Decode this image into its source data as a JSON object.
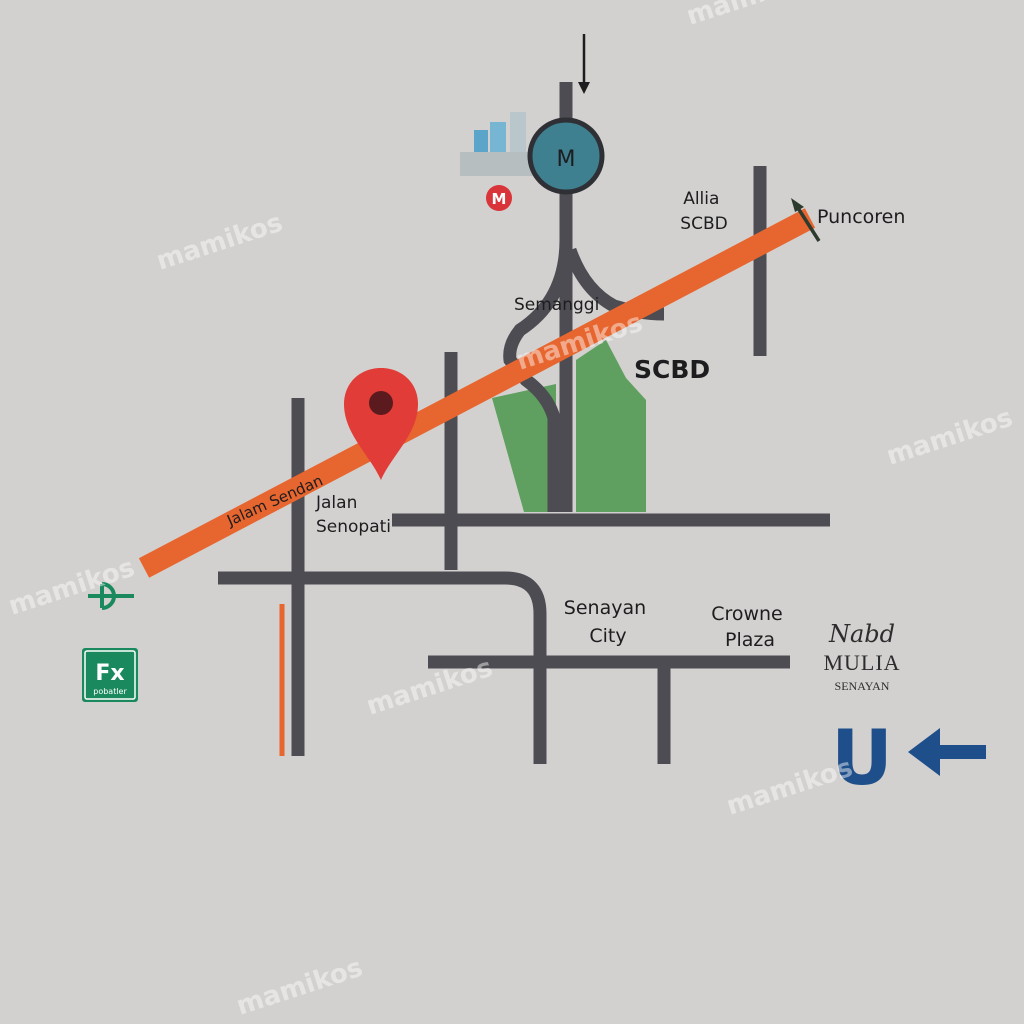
{
  "colors": {
    "background": "#d3d1cf",
    "road": "#4d4c52",
    "highway": "#e7652e",
    "park": "#5f9f5f",
    "pin": "#e13c37",
    "metro_teal": "#3e7f90",
    "metro_red": "#d8343a",
    "fx_green": "#1a8a5e",
    "u_blue": "#1f4f8a"
  },
  "roads": {
    "main_highway": "Jalam Sendan"
  },
  "places": {
    "allia_line1": "Allia",
    "allia_line2": "SCBD",
    "puncoren": "Puncoren",
    "semanggi": "Semanggi",
    "scbd": "SCBD",
    "jalan_line1": "Jalan",
    "jalan_line2": "Senopati",
    "senayan_line1": "Senayan",
    "senayan_line2": "City",
    "crowne_line1": "Crowne",
    "crowne_line2": "Plaza"
  },
  "landmarks": {
    "metro_letter": "M",
    "metro_small_letter": "M",
    "fx_logo": "Fx",
    "fx_sub": "pobatler",
    "hotel_script": "Nabd",
    "hotel_name": "MULIA",
    "hotel_sub": "SENAYAN",
    "u_logo": "U"
  },
  "icons": {
    "location_pin": "map-pin-icon",
    "metro_station": "metro-icon",
    "transit_sign": "transit-sign-icon",
    "arrow_left": "arrow-left-icon",
    "arrow_down": "arrow-down-icon",
    "arrow_northeast": "arrow-northeast-icon"
  },
  "watermark": "mamikos"
}
